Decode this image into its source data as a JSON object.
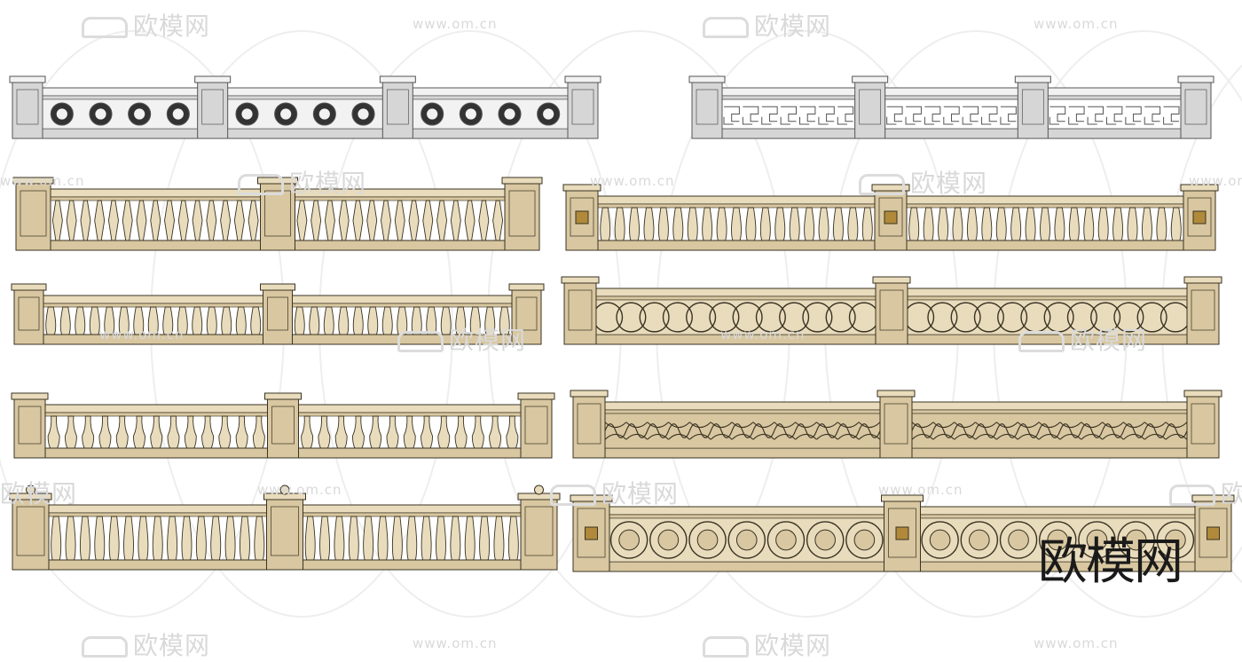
{
  "watermark": {
    "logo_text": "欧模网",
    "url_text": "www.om.cn"
  },
  "brand_mark": "欧模网",
  "colors": {
    "stone": "#d8c7a0",
    "stone_light": "#e9dcbc",
    "stone_dark": "#8a7a58",
    "outline": "#3a3324",
    "grey": "#d6d6d6",
    "grey_dark": "#555555",
    "gold_ornament": "#b08a3a"
  },
  "railings": [
    {
      "style": "grey-rosette",
      "infill": "rosette"
    },
    {
      "style": "grey-fret",
      "infill": "fret"
    },
    {
      "style": "stone",
      "infill": "diamond-baluster"
    },
    {
      "style": "stone",
      "infill": "baluster"
    },
    {
      "style": "stone",
      "infill": "baluster"
    },
    {
      "style": "stone",
      "infill": "rings"
    },
    {
      "style": "stone",
      "infill": "vase-baluster"
    },
    {
      "style": "stone",
      "infill": "scroll"
    },
    {
      "style": "stone",
      "infill": "baluster"
    },
    {
      "style": "stone",
      "infill": "circles"
    }
  ]
}
